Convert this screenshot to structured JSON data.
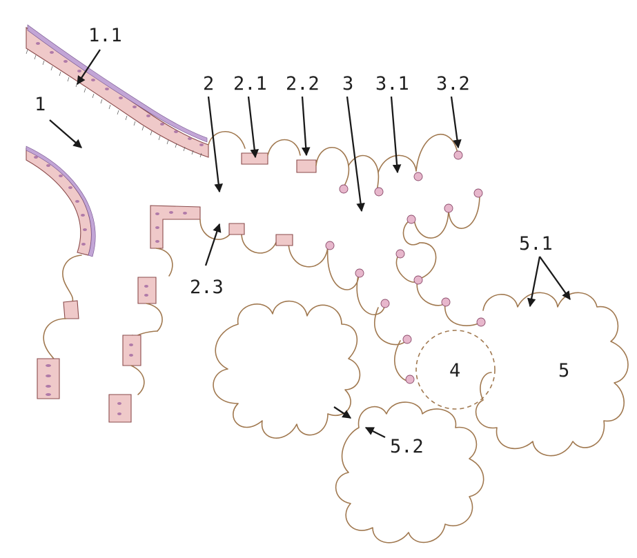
{
  "labels": {
    "l1": "1",
    "l1_1": "1.1",
    "l2": "2",
    "l2_1": "2.1",
    "l2_2": "2.2",
    "l2_3": "2.3",
    "l3": "3",
    "l3_1": "3.1",
    "l3_2": "3.2",
    "l4": "4",
    "l5": "5",
    "l5_1": "5.1",
    "l5_2": "5.2"
  },
  "colors": {
    "outline": "#a0784f",
    "epithelium": "#efc9c9",
    "nuclei": "#b07aa8",
    "arrows": "#1a1a1a"
  }
}
